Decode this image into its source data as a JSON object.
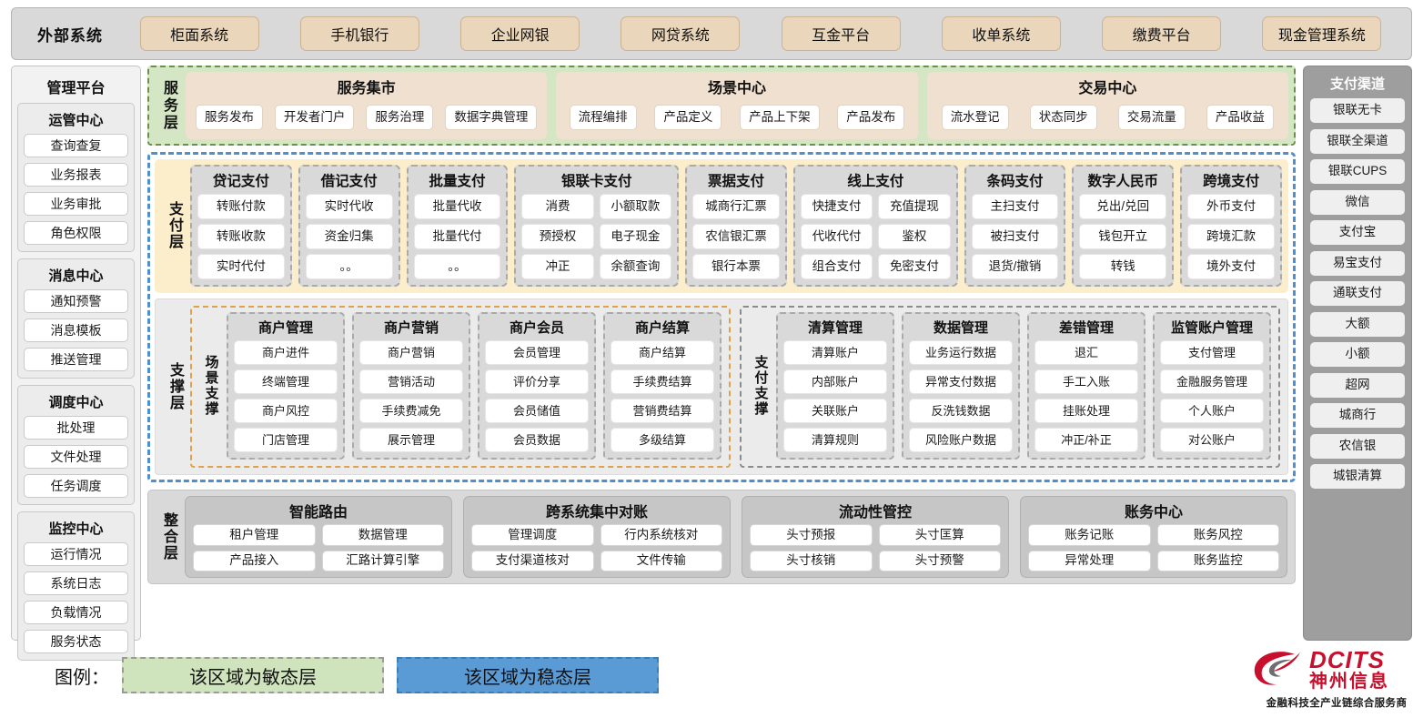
{
  "external": {
    "title": "外部系统",
    "systems": [
      "柜面系统",
      "手机银行",
      "企业网银",
      "网贷系统",
      "互金平台",
      "收单系统",
      "缴费平台",
      "现金管理系统"
    ]
  },
  "manage_platform": {
    "title": "管理平台",
    "groups": [
      {
        "title": "运管中心",
        "items": [
          "查询查复",
          "业务报表",
          "业务审批",
          "角色权限"
        ]
      },
      {
        "title": "消息中心",
        "items": [
          "通知预警",
          "消息模板",
          "推送管理"
        ]
      },
      {
        "title": "调度中心",
        "items": [
          "批处理",
          "文件处理",
          "任务调度"
        ]
      },
      {
        "title": "监控中心",
        "items": [
          "运行情况",
          "系统日志",
          "负载情况",
          "服务状态"
        ]
      }
    ]
  },
  "channels": {
    "title": "支付渠道",
    "items": [
      "银联无卡",
      "银联全渠道",
      "银联CUPS",
      "微信",
      "支付宝",
      "易宝支付",
      "通联支付",
      "大额",
      "小额",
      "超网",
      "城商行",
      "农信银",
      "城银清算"
    ]
  },
  "service_layer": {
    "label": "服务层",
    "groups": [
      {
        "title": "服务集市",
        "items": [
          "服务发布",
          "开发者门户",
          "服务治理",
          "数据字典管理"
        ]
      },
      {
        "title": "场景中心",
        "items": [
          "流程编排",
          "产品定义",
          "产品上下架",
          "产品发布"
        ]
      },
      {
        "title": "交易中心",
        "items": [
          "流水登记",
          "状态同步",
          "交易流量",
          "产品收益"
        ]
      }
    ]
  },
  "payment_layer": {
    "label": "支付层",
    "columns": [
      {
        "title": "贷记支付",
        "width": "w1",
        "layout": "single",
        "items": [
          "转账付款",
          "转账收款",
          "实时代付"
        ]
      },
      {
        "title": "借记支付",
        "width": "w1",
        "layout": "single",
        "items": [
          "实时代收",
          "资金归集",
          "。。"
        ]
      },
      {
        "title": "批量支付",
        "width": "w1",
        "layout": "single",
        "items": [
          "批量代收",
          "批量代付",
          "。。"
        ]
      },
      {
        "title": "银联卡支付",
        "width": "w2",
        "layout": "double",
        "items": [
          "消费",
          "小额取款",
          "预授权",
          "电子现金",
          "冲正",
          "余额查询"
        ]
      },
      {
        "title": "票据支付",
        "width": "w1",
        "layout": "single",
        "items": [
          "城商行汇票",
          "农信银汇票",
          "银行本票"
        ]
      },
      {
        "title": "线上支付",
        "width": "w2",
        "layout": "double",
        "items": [
          "快捷支付",
          "充值提现",
          "代收代付",
          "鉴权",
          "组合支付",
          "免密支付"
        ]
      },
      {
        "title": "条码支付",
        "width": "w1",
        "layout": "single",
        "items": [
          "主扫支付",
          "被扫支付",
          "退货/撤销"
        ]
      },
      {
        "title": "数字人民币",
        "width": "w1",
        "layout": "single",
        "items": [
          "兑出/兑回",
          "钱包开立",
          "转钱"
        ]
      },
      {
        "title": "跨境支付",
        "width": "w1",
        "layout": "single",
        "items": [
          "外币支付",
          "跨境汇款",
          "境外支付"
        ]
      }
    ]
  },
  "support_layer": {
    "label": "支撑层",
    "halves": [
      {
        "label": "场景支撑",
        "style": "scene",
        "columns": [
          {
            "title": "商户管理",
            "items": [
              "商户进件",
              "终端管理",
              "商户风控",
              "门店管理"
            ]
          },
          {
            "title": "商户营销",
            "items": [
              "商户营销",
              "营销活动",
              "手续费减免",
              "展示管理"
            ]
          },
          {
            "title": "商户会员",
            "items": [
              "会员管理",
              "评价分享",
              "会员储值",
              "会员数据"
            ]
          },
          {
            "title": "商户结算",
            "items": [
              "商户结算",
              "手续费结算",
              "营销费结算",
              "多级结算"
            ]
          }
        ]
      },
      {
        "label": "支付支撑",
        "style": "paysup",
        "columns": [
          {
            "title": "清算管理",
            "items": [
              "清算账户",
              "内部账户",
              "关联账户",
              "清算规则"
            ]
          },
          {
            "title": "数据管理",
            "items": [
              "业务运行数据",
              "异常支付数据",
              "反洗钱数据",
              "风险账户数据"
            ]
          },
          {
            "title": "差错管理",
            "items": [
              "退汇",
              "手工入账",
              "挂账处理",
              "冲正/补正"
            ]
          },
          {
            "title": "监管账户管理",
            "items": [
              "支付管理",
              "金融服务管理",
              "个人账户",
              "对公账户"
            ]
          }
        ]
      }
    ]
  },
  "integration_layer": {
    "label": "整合层",
    "groups": [
      {
        "title": "智能路由",
        "items": [
          "租户管理",
          "数据管理",
          "产品接入",
          "汇路计算引擎"
        ]
      },
      {
        "title": "跨系统集中对账",
        "items": [
          "管理调度",
          "行内系统核对",
          "支付渠道核对",
          "文件传输"
        ]
      },
      {
        "title": "流动性管控",
        "items": [
          "头寸预报",
          "头寸匡算",
          "头寸核销",
          "头寸预警"
        ]
      },
      {
        "title": "账务中心",
        "items": [
          "账务记账",
          "账务风控",
          "异常处理",
          "账务监控"
        ]
      }
    ]
  },
  "legend": {
    "label": "图例：",
    "agile": "该区域为敏态层",
    "stable": "该区域为稳态层",
    "agile_color": "#cfe3bd",
    "stable_color": "#5b9bd5"
  },
  "logo": {
    "brand_en": "DCITS",
    "brand_cn": "神州信息",
    "tagline": "金融科技全产业链综合服务商",
    "color": "#c8102e"
  }
}
